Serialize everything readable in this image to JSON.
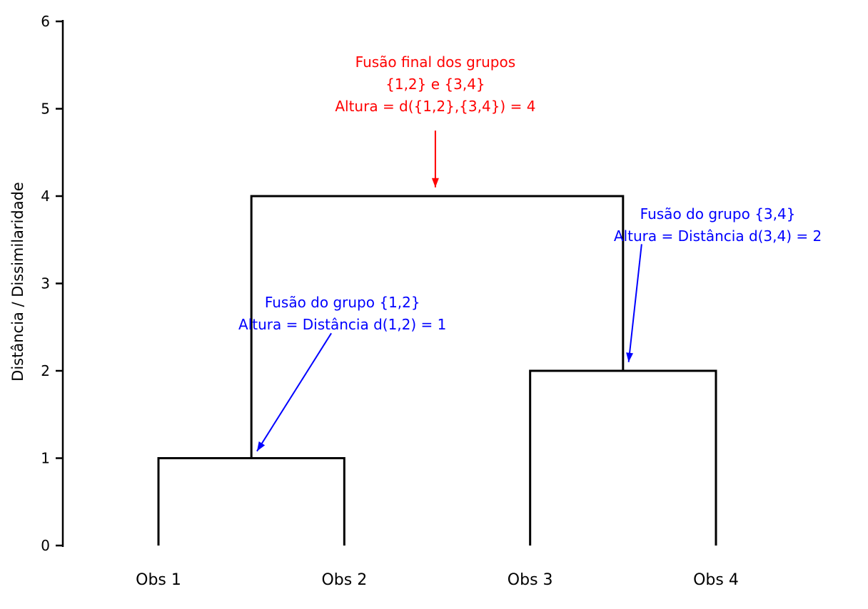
{
  "chart_data": {
    "type": "dendrogram",
    "title": "",
    "ylabel": "Distância / Dissimilaridade",
    "ylim": [
      0,
      6
    ],
    "yticks": [
      0,
      1,
      2,
      3,
      4,
      5,
      6
    ],
    "grid": false,
    "leaves": [
      "Obs 1",
      "Obs 2",
      "Obs 3",
      "Obs 4"
    ],
    "merges": [
      {
        "label": "{1,2}",
        "height": 1,
        "children": [
          {
            "pos": 1,
            "height": 0
          },
          {
            "pos": 2,
            "height": 0
          }
        ]
      },
      {
        "label": "{3,4}",
        "height": 2,
        "children": [
          {
            "pos": 3,
            "height": 0
          },
          {
            "pos": 4,
            "height": 0
          }
        ]
      },
      {
        "label": "{1,2}+{3,4}",
        "height": 4,
        "children": [
          {
            "pos": 1.5,
            "height": 1
          },
          {
            "pos": 3.5,
            "height": 2
          }
        ]
      }
    ],
    "colors": {
      "link": "#000000",
      "final_merge_annotation": "#ff0000",
      "group_merge_annotation": "#0000ff"
    },
    "annotations": [
      {
        "id": "final-merge",
        "color": "#ff0000",
        "lines": [
          "Fusão final dos grupos",
          "{1,2} e {3,4}",
          "Altura = d({1,2},{3,4}) = 4"
        ],
        "text_pos": {
          "x": 2.49,
          "y": 5.66
        },
        "arrow": {
          "from": {
            "x": 2.49,
            "y": 4.75
          },
          "to": {
            "x": 2.49,
            "y": 4.1
          }
        }
      },
      {
        "id": "merge-group-12",
        "color": "#0000ff",
        "lines": [
          "Fusão do grupo {1,2}",
          "Altura = Distância d(1,2) = 1"
        ],
        "text_pos": {
          "x": 1.99,
          "y": 2.91
        },
        "arrow": {
          "from": {
            "x": 1.93,
            "y": 2.43
          },
          "to": {
            "x": 1.53,
            "y": 1.08
          }
        }
      },
      {
        "id": "merge-group-34",
        "color": "#0000ff",
        "lines": [
          "Fusão do grupo {3,4}",
          "Altura = Distância d(3,4) = 2"
        ],
        "text_pos": {
          "x": 4.01,
          "y": 3.92
        },
        "arrow": {
          "from": {
            "x": 3.6,
            "y": 3.45
          },
          "to": {
            "x": 3.53,
            "y": 2.1
          }
        }
      }
    ]
  }
}
